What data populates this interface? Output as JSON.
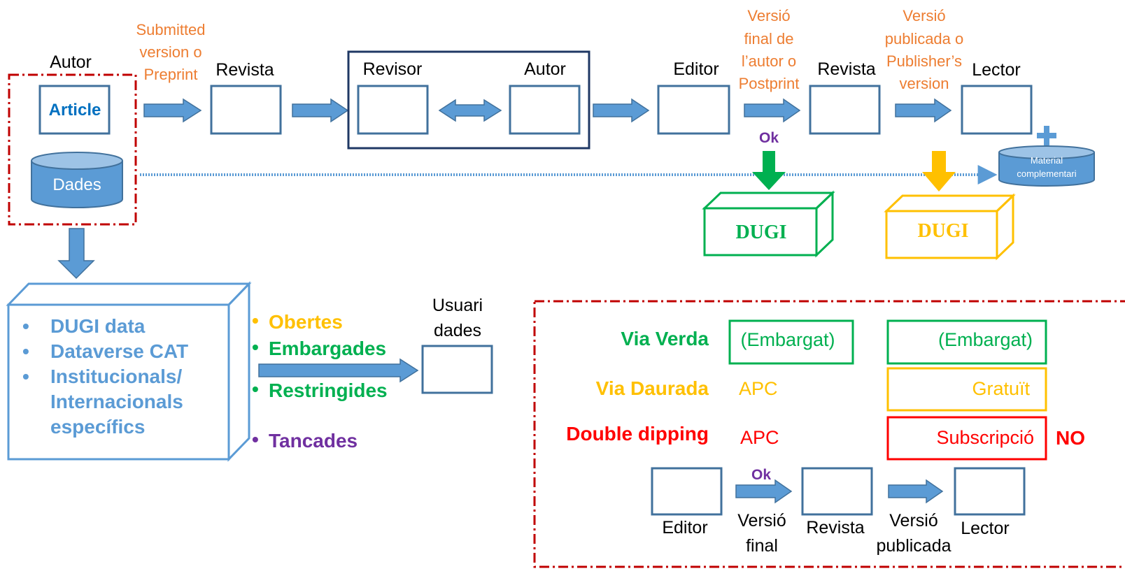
{
  "colors": {
    "blue": "#5b9bd5",
    "box": "#41719c",
    "navy": "#1f3864",
    "orange": "#ed7d31",
    "green": "#00b050",
    "gold": "#ffc000",
    "red": "#ff0000",
    "darkred": "#c00000",
    "purple": "#7030a0",
    "repo_text": "#5b9bd5"
  },
  "top_flow": {
    "autor_label": "Autor",
    "article_label": "Article",
    "dades_label": "Dades",
    "submitted": [
      "Submitted",
      "version o",
      "Preprint"
    ],
    "revista_label": "Revista",
    "revisor_label": "Revisor",
    "autor2_label": "Autor",
    "editor_label": "Editor",
    "versio_final": [
      "Versió",
      "final de",
      "l’autor o",
      "Postprint"
    ],
    "revista2_label": "Revista",
    "versio_publicada": [
      "Versió",
      "publicada o",
      "Publisher’s",
      "version"
    ],
    "lector_label": "Lector",
    "plus_icon": "+",
    "material": [
      "Material",
      "complementari"
    ],
    "ok_label": "Ok",
    "dugi_green": "DUGI",
    "dugi_gold": "DUGI"
  },
  "repositories": {
    "items": [
      "DUGI data",
      "Dataverse CAT",
      "Institucionals/",
      "Internacionals",
      "específics"
    ],
    "bullet": "•"
  },
  "access": {
    "bullet": "•",
    "obertes": "Obertes",
    "embargades": "Embargades",
    "restringides": "Restringides",
    "tancades": "Tancades",
    "usuari": [
      "Usuari",
      "dades"
    ]
  },
  "ways": {
    "via_verda": "Via Verda",
    "via_verda_left": "(Embargat)",
    "via_verda_right": "(Embargat)",
    "via_daurada": "Via Daurada",
    "via_daurada_apc": "APC",
    "via_daurada_right": "Gratuït",
    "double_dipping": "Double dipping",
    "double_dipping_apc": "APC",
    "double_dipping_right": "Subscripció",
    "no_label": "NO",
    "bottom": {
      "editor": "Editor",
      "ok": "Ok",
      "versio_final": [
        "Versió",
        "final"
      ],
      "revista": "Revista",
      "versio_publicada": [
        "Versió",
        "publicada"
      ],
      "lector": "Lector"
    }
  }
}
